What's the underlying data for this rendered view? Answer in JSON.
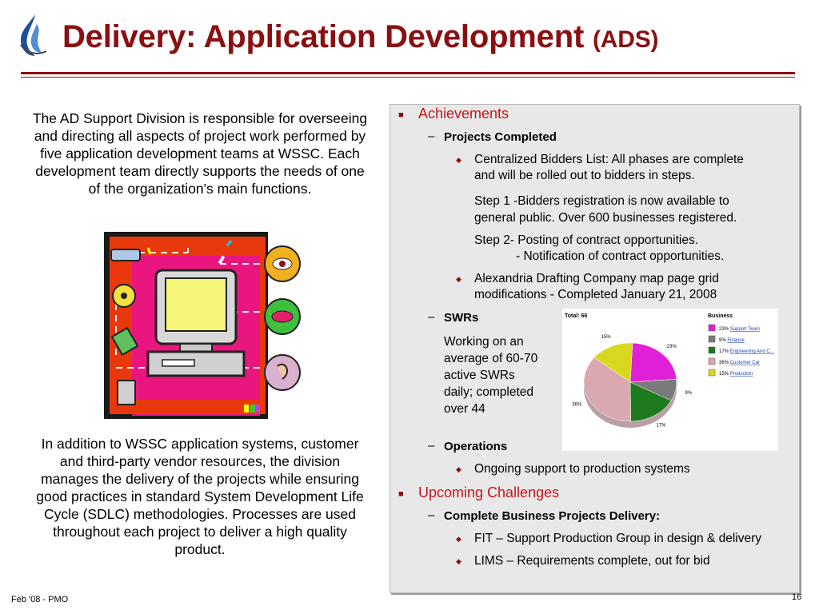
{
  "slide": {
    "title_main": "Delivery: Application Development",
    "title_abbr": "(ADS)",
    "intro_text": "The AD Support Division is responsible for overseeing and directing all aspects of project work performed by five application development teams at WSSC. Each development team directly supports the needs of one of the organization's main functions.",
    "outro_text": "In addition to WSSC application systems, customer and third-party vendor resources, the division manages the delivery of the projects while ensuring good practices in standard System Development Life Cycle (SDLC) methodologies.  Processes are used throughout each project to deliver a high quality product.",
    "footer_left": "Feb '08 - PMO",
    "page_number": "16"
  },
  "colors": {
    "title": "#8b0f12",
    "heading": "#c0161c"
  },
  "panel": {
    "achievements": "Achievements",
    "projects_completed": "Projects Completed",
    "bidders_1": "Centralized Bidders List: All phases are complete",
    "bidders_2": "and will be rolled out to bidders in steps.",
    "step1_1": "Step 1 -Bidders registration is now available to",
    "step1_2": "general public.  Over 600 businesses registered.",
    "step2_1": "Step 2- Posting of contract opportunities.",
    "step2_2": "- Notification of contract opportunities.",
    "alex_1": "Alexandria Drafting Company map page grid",
    "alex_2": "modifications -   Completed January 21, 2008",
    "swrs": "SWRs",
    "swrs_1": "Working on an",
    "swrs_2": "average of 60-70",
    "swrs_3": "active SWRs",
    "swrs_4": "daily; completed",
    "swrs_5": "over 44",
    "operations": "Operations",
    "ops_1": "Ongoing support to production systems",
    "upcoming": "Upcoming Challenges",
    "complete_business": "Complete Business Projects Delivery:",
    "fit": "FIT – Support Production Group in design & delivery",
    "lims": "LIMS – Requirements complete, out for bid"
  },
  "chart_data": {
    "type": "pie",
    "total_label": "Total: 66",
    "legend_title": "Business",
    "categories": [
      "Support Team",
      "Finance",
      "Engineering And C...",
      "Customer Car",
      "Production"
    ],
    "values": [
      23,
      9,
      17,
      36,
      15
    ],
    "value_labels": [
      "23%",
      "9%",
      "17%",
      "36%",
      "15%"
    ],
    "colors": [
      "#e020d8",
      "#7a7a7a",
      "#1e7a1e",
      "#d9a8b0",
      "#d8d820"
    ],
    "legend_placement": "right"
  }
}
